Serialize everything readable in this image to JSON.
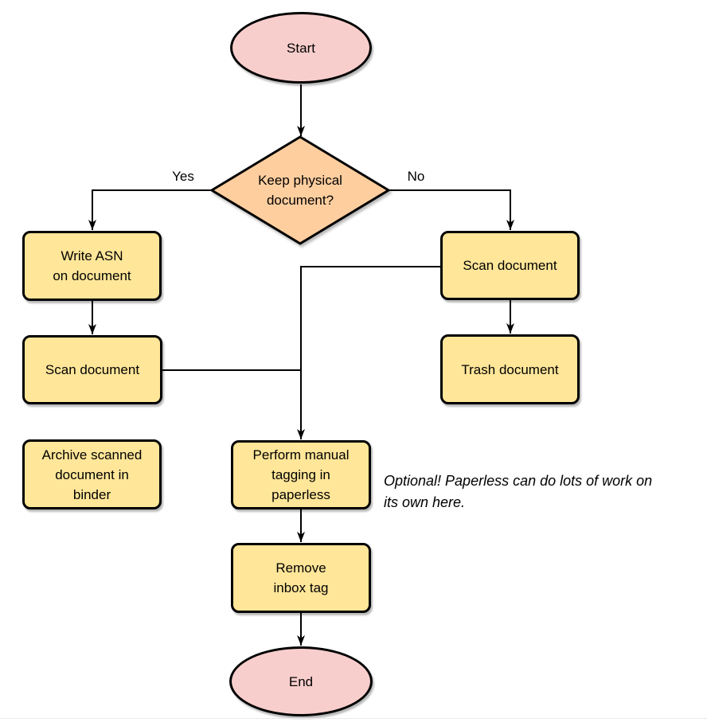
{
  "colors": {
    "terminal_fill": "#f8cecc",
    "decision_fill": "#ffce9f",
    "process_fill": "#ffe699",
    "shape_border": "#000000",
    "connector": "#000000"
  },
  "nodes": {
    "start": {
      "label": "Start"
    },
    "decision_keep_physical": {
      "lines": [
        "Keep physical",
        "document?"
      ]
    },
    "write_asn": {
      "lines": [
        "Write ASN",
        "on document"
      ]
    },
    "scan_document_left": {
      "label": "Scan document"
    },
    "archive_scanned": {
      "lines": [
        "Archive scanned",
        "document in",
        "binder"
      ]
    },
    "scan_document_right": {
      "label": "Scan document"
    },
    "trash_document": {
      "label": "Trash document"
    },
    "manual_tagging": {
      "lines": [
        "Perform manual",
        "tagging in",
        "paperless"
      ]
    },
    "remove_inbox_tag": {
      "lines": [
        "Remove",
        "inbox tag"
      ]
    },
    "end": {
      "label": "End"
    }
  },
  "edge_labels": {
    "yes": "Yes",
    "no": "No"
  },
  "note": {
    "lines": [
      "Optional! Paperless can do lots of work on",
      "its own here."
    ]
  }
}
